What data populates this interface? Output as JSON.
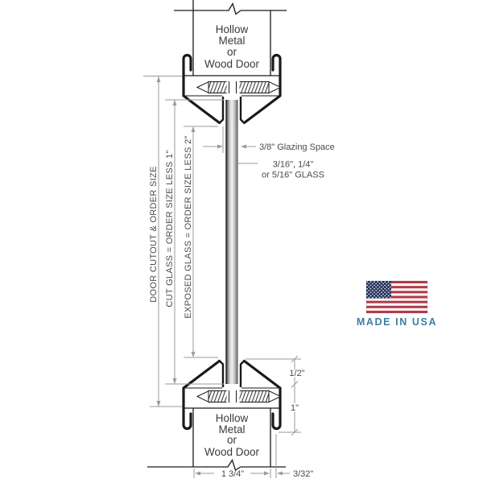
{
  "diagram": {
    "door_label_lines": [
      "Hollow",
      "Metal",
      "or",
      "Wood Door"
    ],
    "left_dimensions": [
      {
        "label": "DOOR CUTOUT & ORDER SIZE"
      },
      {
        "label": "CUT GLASS = ORDER SIZE LESS 1\""
      },
      {
        "label": "EXPOSED GLASS = ORDER SIZE LESS 2\""
      }
    ],
    "annotations": {
      "glazing_space": "3/8\" Glazing Space",
      "glass_thickness_line1": "3/16\", 1/4\"",
      "glass_thickness_line2": "or 5/16\" GLASS"
    },
    "right_dimensions": {
      "frame_lip": "1/2\"",
      "frame_depth": "1\""
    },
    "bottom_dimensions": {
      "door_thickness": "1 3/4\"",
      "frame_offset": "3/32\""
    }
  },
  "badge": {
    "made_in": "MADE IN USA"
  },
  "colors": {
    "flag_red": "#b23b49",
    "flag_navy": "#232f5b",
    "made_in_usa_blue": "#3d7da4"
  }
}
